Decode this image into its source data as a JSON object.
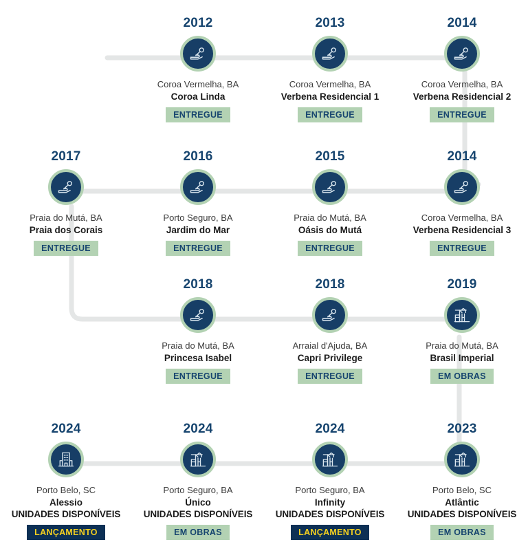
{
  "theme": {
    "node_fill": "#173e66",
    "node_ring": "#b3d2b3",
    "year_color": "#17456f",
    "badge_green_bg": "#b3d2b3",
    "badge_green_text": "#17456f",
    "badge_navy_bg": "#0d3055",
    "badge_yellow_text": "#f5d020",
    "connector_color": "#e4e6e6",
    "background": "#ffffff"
  },
  "rows": [
    {
      "id": "row-1",
      "cells": [
        {
          "empty": true
        },
        {
          "year": "2012",
          "icon": "key-handover-icon",
          "city": "Coroa Vermelha, BA",
          "name": "Coroa Linda",
          "availability": "",
          "badge": "ENTREGUE",
          "badge_style": "entregue"
        },
        {
          "year": "2013",
          "icon": "key-handover-icon",
          "city": "Coroa Vermelha, BA",
          "name": "Verbena Residencial 1",
          "availability": "",
          "badge": "ENTREGUE",
          "badge_style": "entregue"
        },
        {
          "year": "2014",
          "icon": "key-handover-icon",
          "city": "Coroa Vermelha, BA",
          "name": "Verbena Residencial 2",
          "availability": "",
          "badge": "ENTREGUE",
          "badge_style": "entregue"
        }
      ]
    },
    {
      "id": "row-2",
      "cells": [
        {
          "year": "2017",
          "icon": "key-handover-icon",
          "city": "Praia do Mutá, BA",
          "name": "Praia dos Corais",
          "availability": "",
          "badge": "ENTREGUE",
          "badge_style": "entregue"
        },
        {
          "year": "2016",
          "icon": "key-handover-icon",
          "city": "Porto Seguro, BA",
          "name": "Jardim do Mar",
          "availability": "",
          "badge": "ENTREGUE",
          "badge_style": "entregue"
        },
        {
          "year": "2015",
          "icon": "key-handover-icon",
          "city": "Praia do Mutá, BA",
          "name": "Oásis do Mutá",
          "availability": "",
          "badge": "ENTREGUE",
          "badge_style": "entregue"
        },
        {
          "year": "2014",
          "icon": "key-handover-icon",
          "city": "Coroa Vermelha, BA",
          "name": "Verbena Residencial 3",
          "availability": "",
          "badge": "ENTREGUE",
          "badge_style": "entregue"
        }
      ]
    },
    {
      "id": "row-3",
      "cells": [
        {
          "empty": true
        },
        {
          "year": "2018",
          "icon": "key-handover-icon",
          "city": "Praia do Mutá, BA",
          "name": "Princesa Isabel",
          "availability": "",
          "badge": "ENTREGUE",
          "badge_style": "entregue"
        },
        {
          "year": "2018",
          "icon": "key-handover-icon",
          "city": "Arraial d'Ajuda, BA",
          "name": "Capri Privilege",
          "availability": "",
          "badge": "ENTREGUE",
          "badge_style": "entregue"
        },
        {
          "year": "2019",
          "icon": "crane-icon",
          "city": "Praia do Mutá, BA",
          "name": "Brasil Imperial",
          "availability": "",
          "badge": "EM OBRAS",
          "badge_style": "obras"
        }
      ]
    },
    {
      "id": "row-4",
      "cells": [
        {
          "year": "2024",
          "icon": "building-icon",
          "city": "Porto Belo, SC",
          "name": "Alessio",
          "availability": "UNIDADES DISPONÍVEIS",
          "badge": "LANÇAMENTO",
          "badge_style": "lancamento"
        },
        {
          "year": "2024",
          "icon": "crane-icon",
          "city": "Porto Seguro, BA",
          "name": "Único",
          "availability": "UNIDADES DISPONÍVEIS",
          "badge": "EM OBRAS",
          "badge_style": "obras"
        },
        {
          "year": "2024",
          "icon": "crane-icon",
          "city": "Porto Seguro, BA",
          "name": "Infinity",
          "availability": "UNIDADES DISPONÍVEIS",
          "badge": "LANÇAMENTO",
          "badge_style": "lancamento"
        },
        {
          "year": "2023",
          "icon": "crane-icon",
          "city": "Porto Belo, SC",
          "name": "Atlântic",
          "availability": "UNIDADES DISPONÍVEIS",
          "badge": "EM OBRAS",
          "badge_style": "obras"
        }
      ]
    }
  ]
}
